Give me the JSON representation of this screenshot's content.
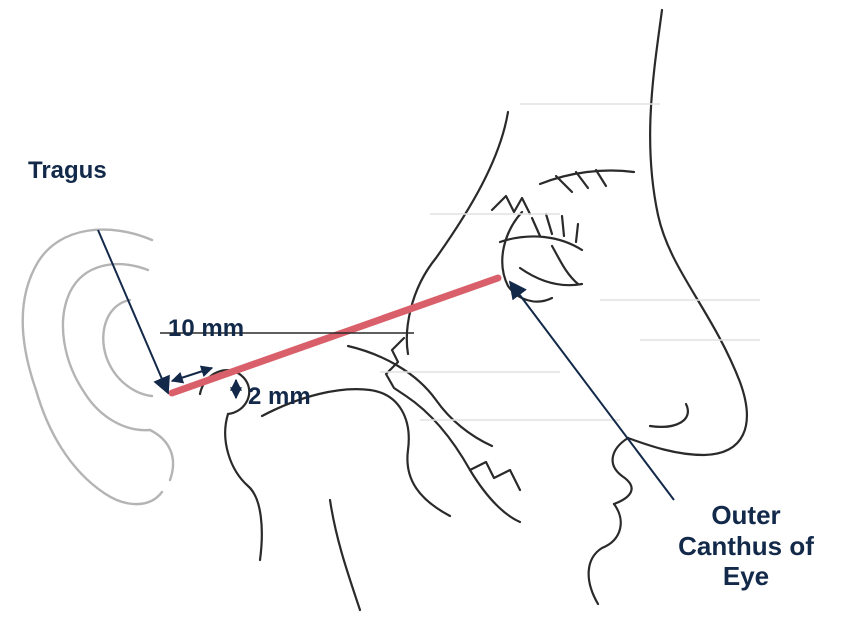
{
  "labels": {
    "tragus": "Tragus",
    "ten_mm": "10 mm",
    "two_mm": "2 mm",
    "outer_canthus": [
      "Outer",
      "Canthus of",
      "Eye"
    ]
  },
  "colors": {
    "line_art": "#2a2a2a",
    "ghost_ear": "#b4b4b4",
    "reference_line": "#d9606a",
    "arrow": "#13294a",
    "label_text": "#13294a",
    "background": "#ffffff"
  }
}
